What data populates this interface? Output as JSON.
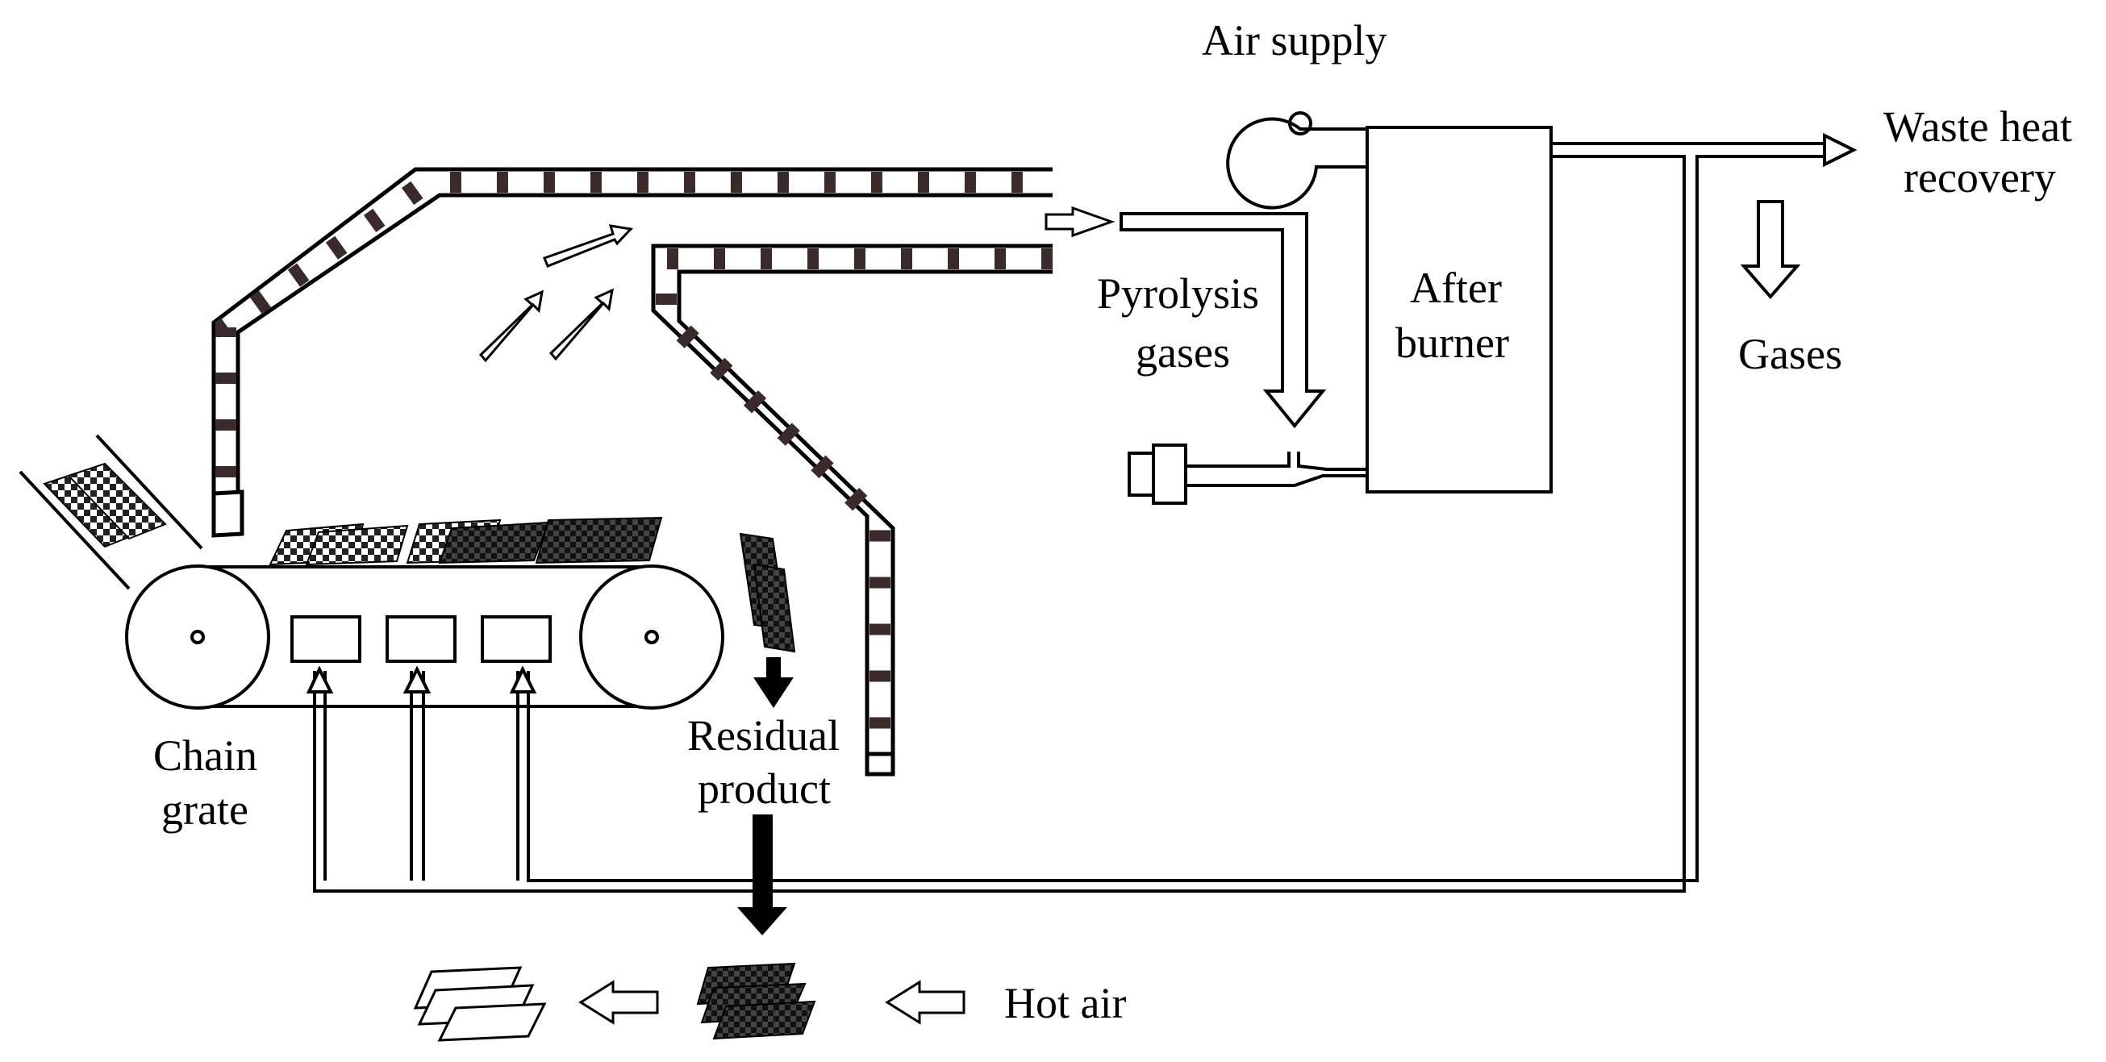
{
  "labels": {
    "air_supply": "Air supply",
    "waste_heat_line1": "Waste heat",
    "waste_heat_line2": "recovery",
    "after_line1": "After",
    "after_line2": "burner",
    "pyrolysis_line1": "Pyrolysis",
    "pyrolysis_line2": "gases",
    "gases": "Gases",
    "chain_line1": "Chain",
    "chain_line2": "grate",
    "residual_line1": "Residual",
    "residual_line2": "product",
    "hot_air": "Hot air"
  },
  "colors": {
    "line": "#000000",
    "background": "#ffffff",
    "material_dark": "#222222",
    "material_light": "#bbbbbb"
  }
}
